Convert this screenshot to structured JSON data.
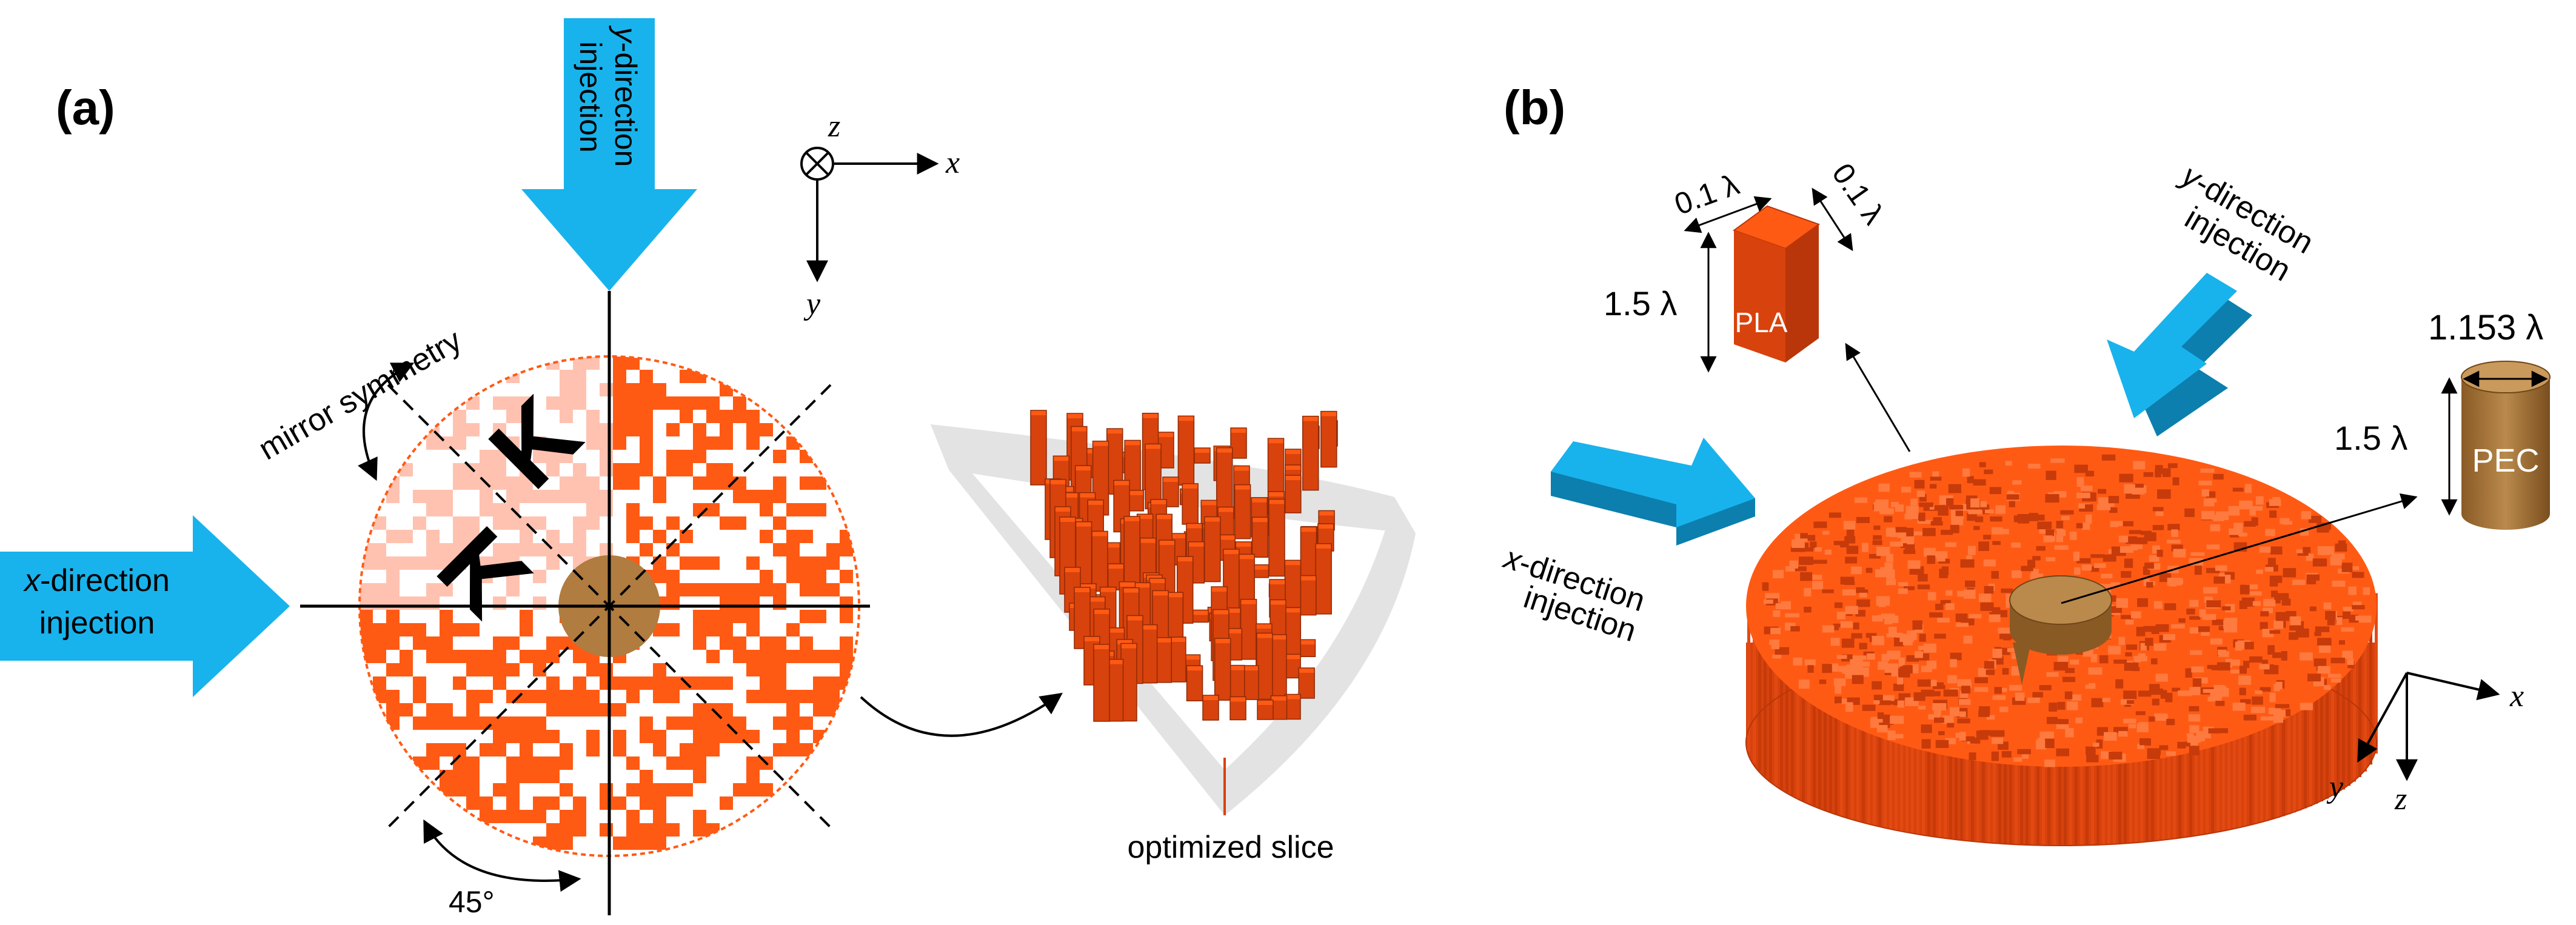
{
  "panel_a": {
    "label": "(a)",
    "x_injection": "x-direction injection",
    "y_injection": "y-direction injection",
    "mirror_symmetry": "mirror symmetry",
    "angle": "45°",
    "optimized_slice": "optimized slice",
    "axes": {
      "x": "x",
      "y": "y",
      "z": "z"
    }
  },
  "panel_b": {
    "label": "(b)",
    "pla": {
      "name": "PLA",
      "width": "0.1 λ",
      "depth": "0.1 λ",
      "height": "1.5 λ"
    },
    "pec": {
      "name": "PEC",
      "diameter": "1.153 λ",
      "height": "1.5 λ"
    },
    "x_injection": "x-direction injection",
    "y_injection": "y-direction injection",
    "axes": {
      "x": "x",
      "y": "y",
      "z": "z"
    }
  },
  "colors": {
    "pillar": "#ff5a14",
    "pillar_light": "#ffc2b0",
    "pillar_side": "#d8420c",
    "arrow": "#18b3ec",
    "arrow_dark": "#0c7fae",
    "pec": "#b07c3f",
    "slice_bg": "#e3e3e3"
  }
}
